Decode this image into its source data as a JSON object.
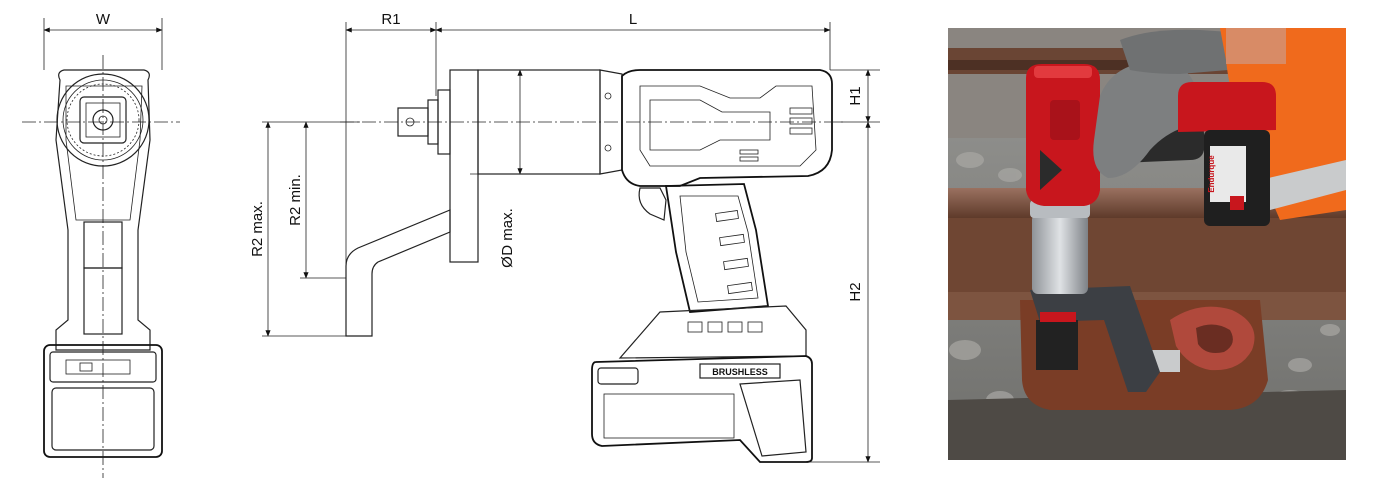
{
  "dimensions": {
    "w": "W",
    "r1": "R1",
    "l": "L",
    "h1": "H1",
    "h2": "H2",
    "r2max": "R2 max.",
    "r2min": "R2 min.",
    "dmax": "D max.",
    "diameter_symbol": "Ø"
  },
  "photo": {
    "label_brand": "BRUSHLESS",
    "label_product": "Endurque"
  },
  "colors": {
    "tool_red": "#c8161d",
    "tool_dark": "#2b2b2b",
    "rail_rust": "#7a4a32",
    "vest_orange": "#f06a1c"
  }
}
